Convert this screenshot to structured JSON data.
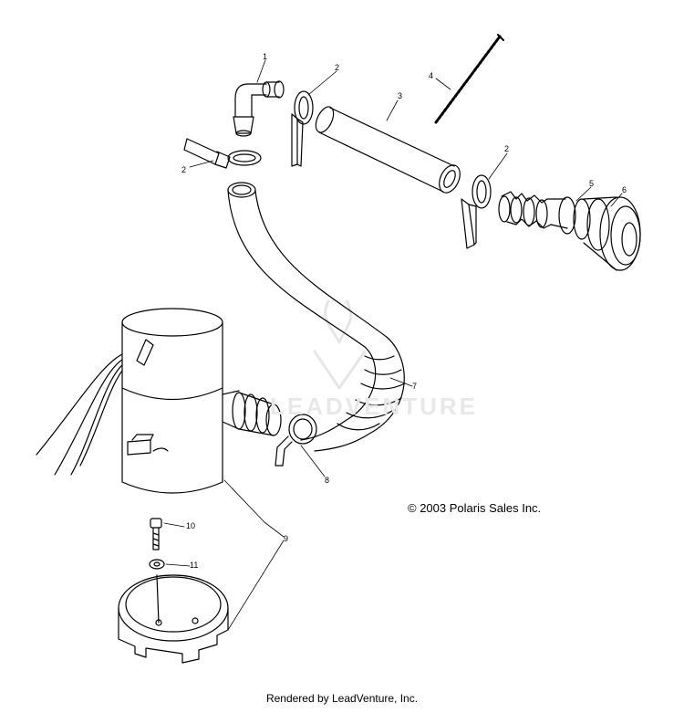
{
  "diagram": {
    "callouts": [
      "1",
      "2",
      "3",
      "4",
      "2",
      "2",
      "5",
      "6",
      "7",
      "8",
      "9",
      "10",
      "11"
    ],
    "copyright": "© 2003 Polaris Sales Inc.",
    "footer": "Rendered by LeadVenture, Inc.",
    "watermark": "LEADVENTURE"
  }
}
